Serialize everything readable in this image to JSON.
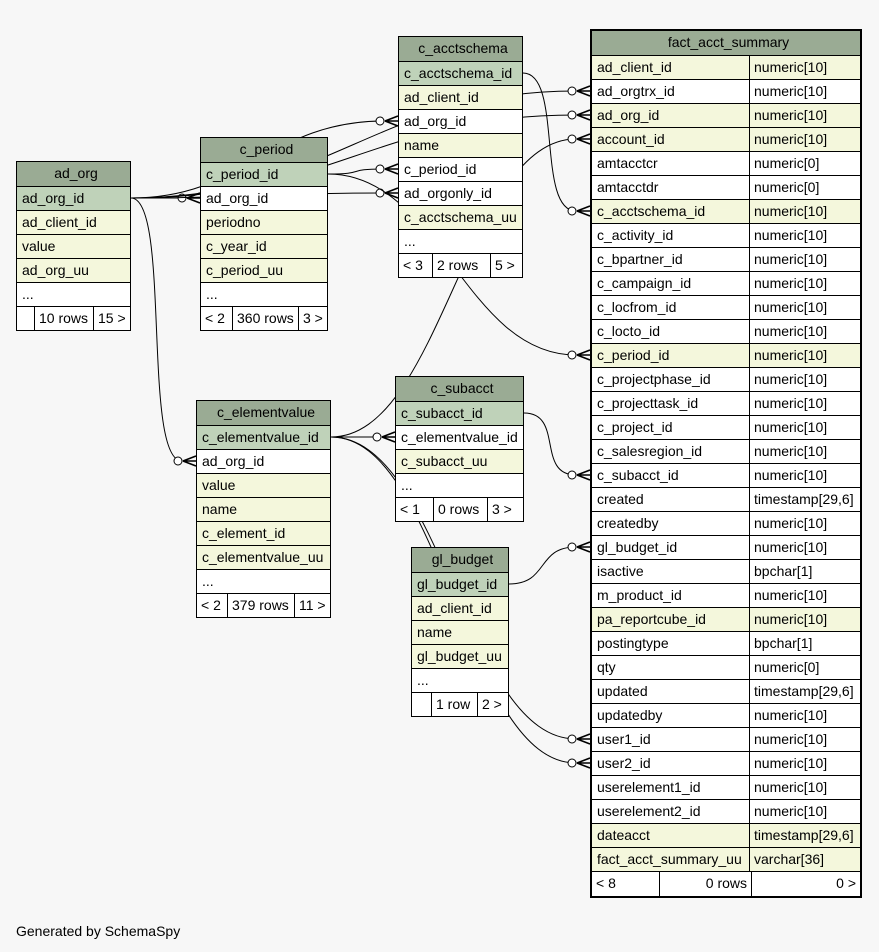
{
  "credit": "Generated by SchemaSpy",
  "tables": {
    "ad_org": {
      "name": "ad_org",
      "columns": [
        {
          "name": "ad_org_id",
          "kind": "pk"
        },
        {
          "name": "ad_client_id",
          "kind": "idx"
        },
        {
          "name": "value",
          "kind": "idx"
        },
        {
          "name": "ad_org_uu",
          "kind": "idx"
        },
        {
          "name": "...",
          "kind": "plain"
        }
      ],
      "footer": [
        "",
        "10 rows",
        "15 >"
      ]
    },
    "c_period": {
      "name": "c_period",
      "columns": [
        {
          "name": "c_period_id",
          "kind": "pk"
        },
        {
          "name": "ad_org_id",
          "kind": "plain"
        },
        {
          "name": "periodno",
          "kind": "idx"
        },
        {
          "name": "c_year_id",
          "kind": "idx"
        },
        {
          "name": "c_period_uu",
          "kind": "idx"
        },
        {
          "name": "...",
          "kind": "plain"
        }
      ],
      "footer": [
        "< 2",
        "360 rows",
        "3 >"
      ]
    },
    "c_acctschema": {
      "name": "c_acctschema",
      "columns": [
        {
          "name": "c_acctschema_id",
          "kind": "pk"
        },
        {
          "name": "ad_client_id",
          "kind": "idx"
        },
        {
          "name": "ad_org_id",
          "kind": "plain"
        },
        {
          "name": "name",
          "kind": "idx"
        },
        {
          "name": "c_period_id",
          "kind": "plain"
        },
        {
          "name": "ad_orgonly_id",
          "kind": "plain"
        },
        {
          "name": "c_acctschema_uu",
          "kind": "idx"
        },
        {
          "name": "...",
          "kind": "plain"
        }
      ],
      "footer": [
        "< 3",
        "2 rows",
        "5 >"
      ]
    },
    "c_elementvalue": {
      "name": "c_elementvalue",
      "columns": [
        {
          "name": "c_elementvalue_id",
          "kind": "pk"
        },
        {
          "name": "ad_org_id",
          "kind": "plain"
        },
        {
          "name": "value",
          "kind": "idx"
        },
        {
          "name": "name",
          "kind": "idx"
        },
        {
          "name": "c_element_id",
          "kind": "idx"
        },
        {
          "name": "c_elementvalue_uu",
          "kind": "idx"
        },
        {
          "name": "...",
          "kind": "plain"
        }
      ],
      "footer": [
        "< 2",
        "379 rows",
        "11 >"
      ]
    },
    "c_subacct": {
      "name": "c_subacct",
      "columns": [
        {
          "name": "c_subacct_id",
          "kind": "pk"
        },
        {
          "name": "c_elementvalue_id",
          "kind": "plain"
        },
        {
          "name": "c_subacct_uu",
          "kind": "idx"
        },
        {
          "name": "...",
          "kind": "plain"
        }
      ],
      "footer": [
        "< 1",
        "0 rows",
        "3 >"
      ]
    },
    "gl_budget": {
      "name": "gl_budget",
      "columns": [
        {
          "name": "gl_budget_id",
          "kind": "pk"
        },
        {
          "name": "ad_client_id",
          "kind": "idx"
        },
        {
          "name": "name",
          "kind": "idx"
        },
        {
          "name": "gl_budget_uu",
          "kind": "idx"
        },
        {
          "name": "...",
          "kind": "plain"
        }
      ],
      "footer": [
        "",
        "1 row",
        "2 >"
      ]
    },
    "fact_acct_summary": {
      "name": "fact_acct_summary",
      "columns": [
        {
          "name": "ad_client_id",
          "type": "numeric[10]",
          "kind": "idx"
        },
        {
          "name": "ad_orgtrx_id",
          "type": "numeric[10]",
          "kind": "plain"
        },
        {
          "name": "ad_org_id",
          "type": "numeric[10]",
          "kind": "idx"
        },
        {
          "name": "account_id",
          "type": "numeric[10]",
          "kind": "idx"
        },
        {
          "name": "amtacctcr",
          "type": "numeric[0]",
          "kind": "plain"
        },
        {
          "name": "amtacctdr",
          "type": "numeric[0]",
          "kind": "plain"
        },
        {
          "name": "c_acctschema_id",
          "type": "numeric[10]",
          "kind": "idx"
        },
        {
          "name": "c_activity_id",
          "type": "numeric[10]",
          "kind": "plain"
        },
        {
          "name": "c_bpartner_id",
          "type": "numeric[10]",
          "kind": "plain"
        },
        {
          "name": "c_campaign_id",
          "type": "numeric[10]",
          "kind": "plain"
        },
        {
          "name": "c_locfrom_id",
          "type": "numeric[10]",
          "kind": "plain"
        },
        {
          "name": "c_locto_id",
          "type": "numeric[10]",
          "kind": "plain"
        },
        {
          "name": "c_period_id",
          "type": "numeric[10]",
          "kind": "idx"
        },
        {
          "name": "c_projectphase_id",
          "type": "numeric[10]",
          "kind": "plain"
        },
        {
          "name": "c_projecttask_id",
          "type": "numeric[10]",
          "kind": "plain"
        },
        {
          "name": "c_project_id",
          "type": "numeric[10]",
          "kind": "plain"
        },
        {
          "name": "c_salesregion_id",
          "type": "numeric[10]",
          "kind": "plain"
        },
        {
          "name": "c_subacct_id",
          "type": "numeric[10]",
          "kind": "plain"
        },
        {
          "name": "created",
          "type": "timestamp[29,6]",
          "kind": "plain"
        },
        {
          "name": "createdby",
          "type": "numeric[10]",
          "kind": "plain"
        },
        {
          "name": "gl_budget_id",
          "type": "numeric[10]",
          "kind": "plain"
        },
        {
          "name": "isactive",
          "type": "bpchar[1]",
          "kind": "plain"
        },
        {
          "name": "m_product_id",
          "type": "numeric[10]",
          "kind": "plain"
        },
        {
          "name": "pa_reportcube_id",
          "type": "numeric[10]",
          "kind": "idx"
        },
        {
          "name": "postingtype",
          "type": "bpchar[1]",
          "kind": "plain"
        },
        {
          "name": "qty",
          "type": "numeric[0]",
          "kind": "plain"
        },
        {
          "name": "updated",
          "type": "timestamp[29,6]",
          "kind": "plain"
        },
        {
          "name": "updatedby",
          "type": "numeric[10]",
          "kind": "plain"
        },
        {
          "name": "user1_id",
          "type": "numeric[10]",
          "kind": "plain"
        },
        {
          "name": "user2_id",
          "type": "numeric[10]",
          "kind": "plain"
        },
        {
          "name": "userelement1_id",
          "type": "numeric[10]",
          "kind": "plain"
        },
        {
          "name": "userelement2_id",
          "type": "numeric[10]",
          "kind": "plain"
        },
        {
          "name": "dateacct",
          "type": "timestamp[29,6]",
          "kind": "idx"
        },
        {
          "name": "fact_acct_summary_uu",
          "type": "varchar[36]",
          "kind": "idx"
        }
      ],
      "footer": [
        "< 8",
        "0 rows",
        "0 >"
      ]
    }
  },
  "relationships": [
    {
      "from": "ad_org.ad_org_id",
      "to": "c_period.ad_org_id"
    },
    {
      "from": "ad_org.ad_org_id",
      "to": "c_acctschema.ad_org_id"
    },
    {
      "from": "ad_org.ad_org_id",
      "to": "c_acctschema.ad_orgonly_id"
    },
    {
      "from": "ad_org.ad_org_id",
      "to": "c_elementvalue.ad_org_id"
    },
    {
      "from": "ad_org.ad_org_id",
      "to": "fact_acct_summary.ad_orgtrx_id"
    },
    {
      "from": "ad_org.ad_org_id",
      "to": "fact_acct_summary.ad_org_id"
    },
    {
      "from": "c_period.c_period_id",
      "to": "c_acctschema.c_period_id"
    },
    {
      "from": "c_period.c_period_id",
      "to": "fact_acct_summary.c_period_id"
    },
    {
      "from": "c_acctschema.c_acctschema_id",
      "to": "fact_acct_summary.c_acctschema_id"
    },
    {
      "from": "c_elementvalue.c_elementvalue_id",
      "to": "c_subacct.c_elementvalue_id"
    },
    {
      "from": "c_elementvalue.c_elementvalue_id",
      "to": "fact_acct_summary.account_id"
    },
    {
      "from": "c_elementvalue.c_elementvalue_id",
      "to": "fact_acct_summary.user1_id"
    },
    {
      "from": "c_elementvalue.c_elementvalue_id",
      "to": "fact_acct_summary.user2_id"
    },
    {
      "from": "c_subacct.c_subacct_id",
      "to": "fact_acct_summary.c_subacct_id"
    },
    {
      "from": "gl_budget.gl_budget_id",
      "to": "fact_acct_summary.gl_budget_id"
    }
  ]
}
